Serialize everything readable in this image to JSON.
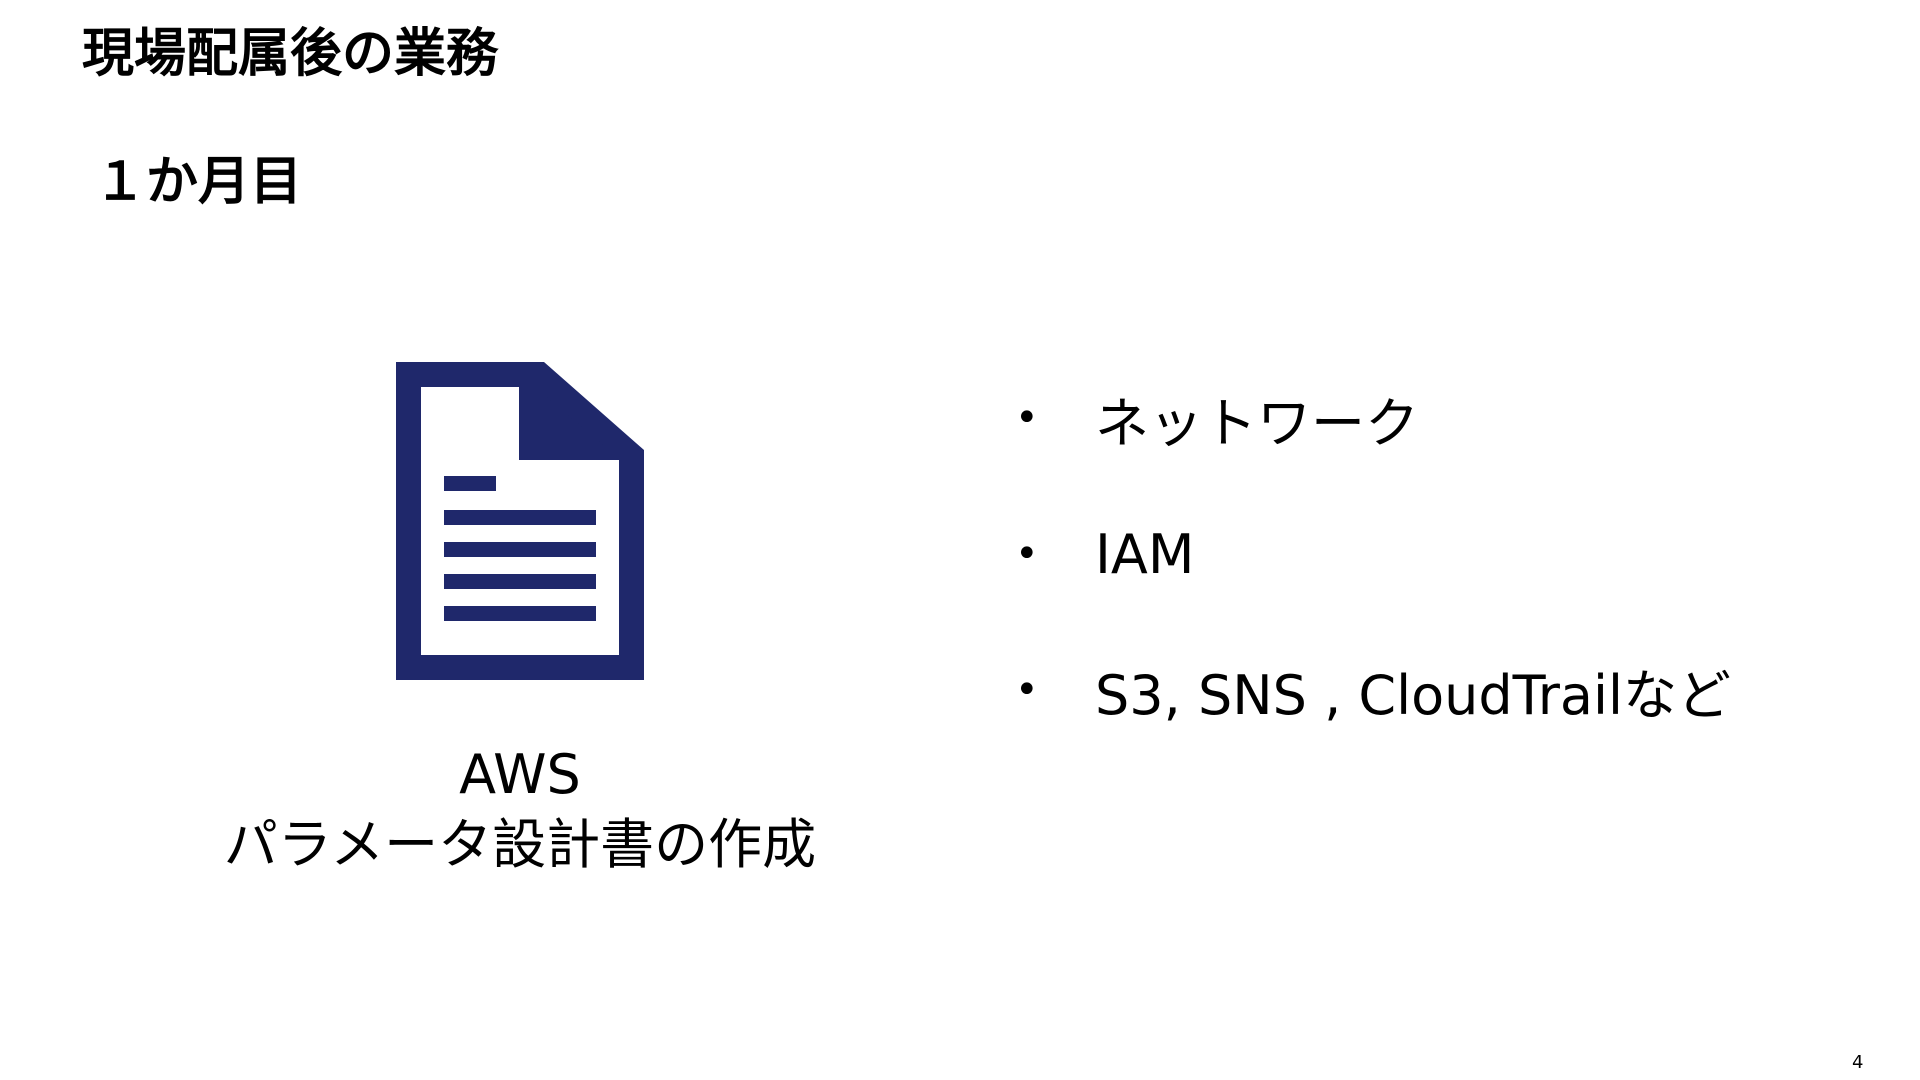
{
  "slide": {
    "title": "現場配属後の業務",
    "subtitle": "１か月目",
    "caption_line1": "AWS",
    "caption_line2": "パラメータ設計書の作成",
    "bullets": [
      {
        "marker": "•",
        "text": "ネットワーク"
      },
      {
        "marker": "•",
        "text": "IAM"
      },
      {
        "marker": "•",
        "text": "S3, SNS , CloudTrailなど"
      }
    ],
    "page_number": "4"
  },
  "icons": {
    "document": "document-icon"
  },
  "colors": {
    "icon": "#1f286b",
    "text": "#000000",
    "background": "#ffffff"
  }
}
